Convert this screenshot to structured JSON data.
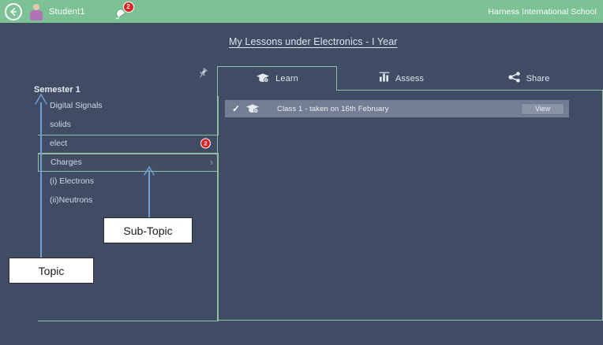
{
  "header": {
    "back_icon": "back-arrow-icon",
    "avatar_icon": "user-avatar",
    "user_name": "Student1",
    "bell_icon": "notification-bell-icon",
    "notification_count": "2",
    "school_name": "Harness International School"
  },
  "page": {
    "title": "My Lessons under Electronics - I Year"
  },
  "sidebar": {
    "pin_icon": "pushpin-icon",
    "root_label": "Semester 1",
    "items": [
      {
        "label": "Digital Signals",
        "badge": "",
        "chevron": "",
        "selected": false
      },
      {
        "label": "solids",
        "badge": "",
        "chevron": "",
        "selected": false
      },
      {
        "label": "elect",
        "badge": "2",
        "chevron": "",
        "selected": false
      },
      {
        "label": "Charges",
        "badge": "",
        "chevron": "›",
        "selected": true
      },
      {
        "label": "(i) Electrons",
        "badge": "",
        "chevron": "",
        "selected": false
      },
      {
        "label": "(ii)Neutrons",
        "badge": "",
        "chevron": "",
        "selected": false
      }
    ]
  },
  "tabs": [
    {
      "label": "Learn",
      "icon": "graduation-cap-icon",
      "active": true
    },
    {
      "label": "Assess",
      "icon": "bar-chart-icon",
      "active": false
    },
    {
      "label": "Share",
      "icon": "share-nodes-icon",
      "active": false
    }
  ],
  "lessons": [
    {
      "check_icon": "checkmark-icon",
      "row_icon": "graduation-cap-icon",
      "text": "Class 1 - taken on 16th February",
      "action_label": "View"
    }
  ],
  "annotations": [
    {
      "label": "Topic"
    },
    {
      "label": "Sub-Topic"
    }
  ],
  "colors": {
    "header_green": "#7cc295",
    "page_background": "#404c63",
    "border_green": "#8fbfa0",
    "badge_red": "#e02020",
    "row_gray": "#737d93",
    "annotation_blue": "#6f9dd4"
  }
}
